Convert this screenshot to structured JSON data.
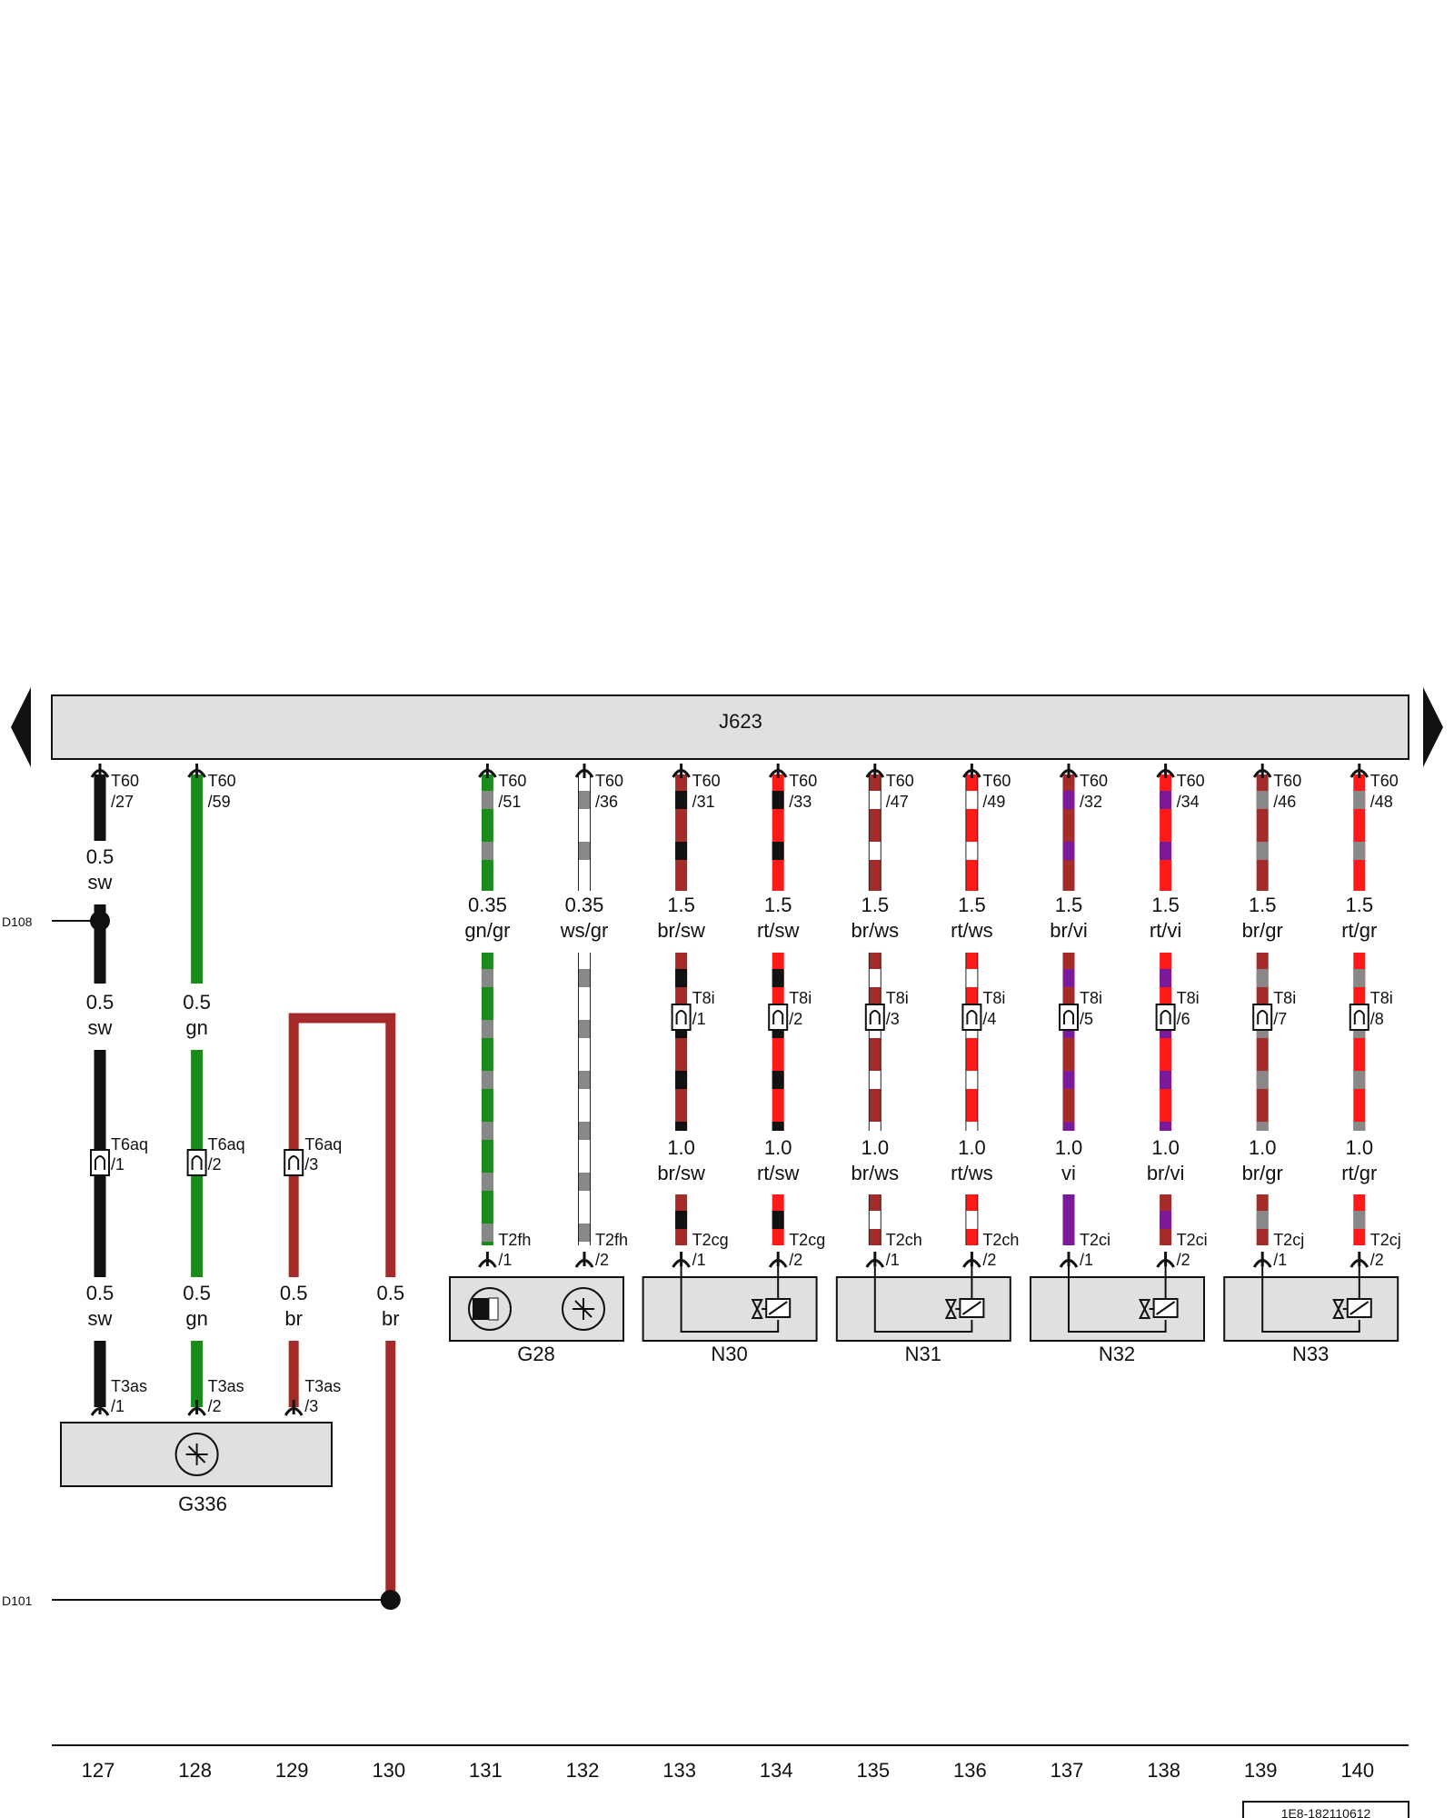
{
  "ecu": {
    "name": "J623",
    "color": "#e0e0e0"
  },
  "colors": {
    "sw": "#111111",
    "gn": "#1a8a1a",
    "br": "#a52a2a",
    "rt": "#ff1a1a",
    "ws": "#ffffff",
    "gr": "#888888",
    "vi": "#7a1a9a",
    "box": "#e0e0e0",
    "line": "#111111"
  },
  "references": {
    "top": "D108",
    "bottom": "D101"
  },
  "footer_code": "1E8-182110612",
  "columns": [
    "127",
    "128",
    "129",
    "130",
    "131",
    "132",
    "133",
    "134",
    "135",
    "136",
    "137",
    "138",
    "139",
    "140"
  ],
  "top_pins": [
    {
      "col": "127",
      "conn": "T60",
      "pin": "/27",
      "wire": "0.5",
      "color": "sw"
    },
    {
      "col": "128",
      "conn": "T60",
      "pin": "/59"
    },
    {
      "col": "131",
      "conn": "T60",
      "pin": "/51",
      "wire": "0.35",
      "color": "gn/gr"
    },
    {
      "col": "132",
      "conn": "T60",
      "pin": "/36",
      "wire": "0.35",
      "color": "ws/gr"
    },
    {
      "col": "133",
      "conn": "T60",
      "pin": "/31",
      "wire": "1.5",
      "color": "br/sw"
    },
    {
      "col": "134",
      "conn": "T60",
      "pin": "/33",
      "wire": "1.5",
      "color": "rt/sw"
    },
    {
      "col": "135",
      "conn": "T60",
      "pin": "/47",
      "wire": "1.5",
      "color": "br/ws"
    },
    {
      "col": "136",
      "conn": "T60",
      "pin": "/49",
      "wire": "1.5",
      "color": "rt/ws"
    },
    {
      "col": "137",
      "conn": "T60",
      "pin": "/32",
      "wire": "1.5",
      "color": "br/vi"
    },
    {
      "col": "138",
      "conn": "T60",
      "pin": "/34",
      "wire": "1.5",
      "color": "rt/vi"
    },
    {
      "col": "139",
      "conn": "T60",
      "pin": "/46",
      "wire": "1.5",
      "color": "br/gr"
    },
    {
      "col": "140",
      "conn": "T60",
      "pin": "/48",
      "wire": "1.5",
      "color": "rt/gr"
    }
  ],
  "mid_labels": [
    {
      "col": "127",
      "wire": "0.5",
      "color": "sw"
    },
    {
      "col": "128",
      "wire": "0.5",
      "color": "gn"
    }
  ],
  "t6aq": [
    {
      "col": "127",
      "conn": "T6aq",
      "pin": "/1"
    },
    {
      "col": "128",
      "conn": "T6aq",
      "pin": "/2"
    },
    {
      "col": "129",
      "conn": "T6aq",
      "pin": "/3"
    }
  ],
  "t8i": [
    {
      "col": "133",
      "conn": "T8i",
      "pin": "/1",
      "wire": "1.0",
      "color": "br/sw"
    },
    {
      "col": "134",
      "conn": "T8i",
      "pin": "/2",
      "wire": "1.0",
      "color": "rt/sw"
    },
    {
      "col": "135",
      "conn": "T8i",
      "pin": "/3",
      "wire": "1.0",
      "color": "br/ws"
    },
    {
      "col": "136",
      "conn": "T8i",
      "pin": "/4",
      "wire": "1.0",
      "color": "rt/ws"
    },
    {
      "col": "137",
      "conn": "T8i",
      "pin": "/5",
      "wire": "1.0",
      "color": "vi"
    },
    {
      "col": "138",
      "conn": "T8i",
      "pin": "/6",
      "wire": "1.0",
      "color": "br/vi"
    },
    {
      "col": "139",
      "conn": "T8i",
      "pin": "/7",
      "wire": "1.0",
      "color": "br/gr"
    },
    {
      "col": "140",
      "conn": "T8i",
      "pin": "/8",
      "wire": "1.0",
      "color": "rt/gr"
    }
  ],
  "low_labels": [
    {
      "col": "127",
      "wire": "0.5",
      "color": "sw"
    },
    {
      "col": "128",
      "wire": "0.5",
      "color": "gn"
    },
    {
      "col": "129",
      "wire": "0.5",
      "color": "br"
    },
    {
      "col": "130",
      "wire": "0.5",
      "color": "br"
    }
  ],
  "comp_pins": [
    {
      "col": "131",
      "conn": "T2fh",
      "pin": "/1"
    },
    {
      "col": "132",
      "conn": "T2fh",
      "pin": "/2"
    },
    {
      "col": "133",
      "conn": "T2cg",
      "pin": "/1"
    },
    {
      "col": "134",
      "conn": "T2cg",
      "pin": "/2"
    },
    {
      "col": "135",
      "conn": "T2ch",
      "pin": "/1"
    },
    {
      "col": "136",
      "conn": "T2ch",
      "pin": "/2"
    },
    {
      "col": "137",
      "conn": "T2ci",
      "pin": "/1"
    },
    {
      "col": "138",
      "conn": "T2ci",
      "pin": "/2"
    },
    {
      "col": "139",
      "conn": "T2cj",
      "pin": "/1"
    },
    {
      "col": "140",
      "conn": "T2cj",
      "pin": "/2"
    }
  ],
  "g336_pins": [
    {
      "col": "127",
      "conn": "T3as",
      "pin": "/1"
    },
    {
      "col": "128",
      "conn": "T3as",
      "pin": "/2"
    },
    {
      "col": "129",
      "conn": "T3as",
      "pin": "/3"
    }
  ],
  "components": [
    {
      "name": "G28"
    },
    {
      "name": "N30"
    },
    {
      "name": "N31"
    },
    {
      "name": "N32"
    },
    {
      "name": "N33"
    },
    {
      "name": "G336"
    }
  ]
}
